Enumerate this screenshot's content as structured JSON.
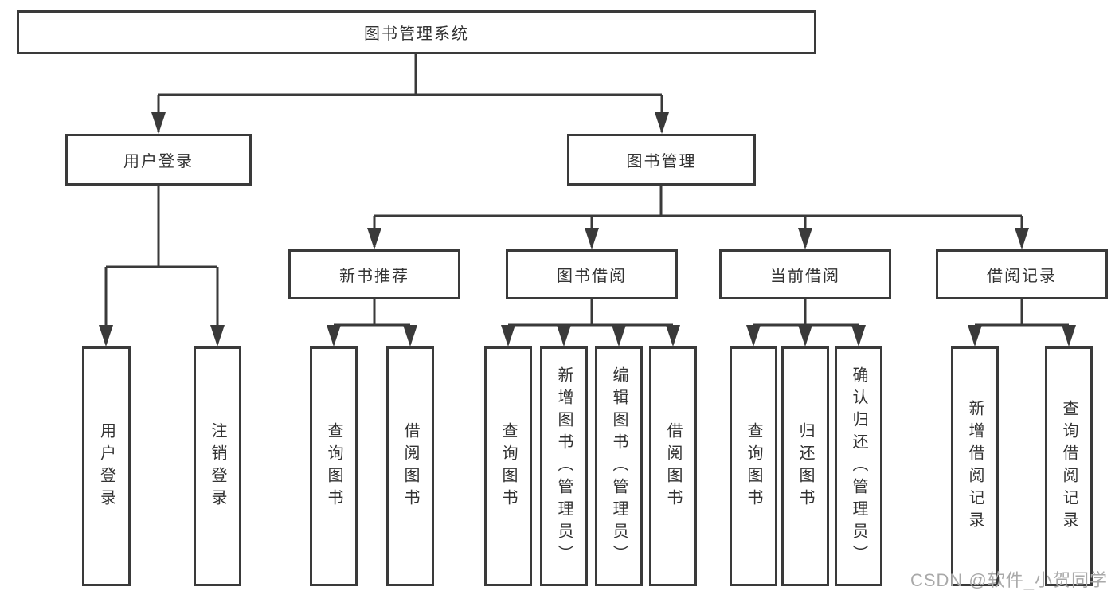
{
  "tree": {
    "root": {
      "label": "图书管理系统"
    },
    "children": [
      {
        "label": "用户登录",
        "children": [
          {
            "label": "用户登录"
          },
          {
            "label": "注销登录"
          }
        ]
      },
      {
        "label": "图书管理",
        "children": [
          {
            "label": "新书推荐",
            "children": [
              {
                "label": "查询图书"
              },
              {
                "label": "借阅图书"
              }
            ]
          },
          {
            "label": "图书借阅",
            "children": [
              {
                "label": "查询图书"
              },
              {
                "label": "新增图书（管理员）"
              },
              {
                "label": "编辑图书（管理员）"
              },
              {
                "label": "借阅图书"
              }
            ]
          },
          {
            "label": "当前借阅",
            "children": [
              {
                "label": "查询图书"
              },
              {
                "label": "归还图书"
              },
              {
                "label": "确认归还（管理员）"
              }
            ]
          },
          {
            "label": "借阅记录",
            "children": [
              {
                "label": "新增借阅记录"
              },
              {
                "label": "查询借阅记录"
              }
            ]
          }
        ]
      }
    ]
  },
  "watermark": {
    "text": "CSDN @软件_小贺同学"
  },
  "colors": {
    "background": "#ffffff",
    "line": "#3a3a3a",
    "box_border": "#3a3a3a",
    "text": "#333333",
    "watermark": "#a9a9a9"
  }
}
